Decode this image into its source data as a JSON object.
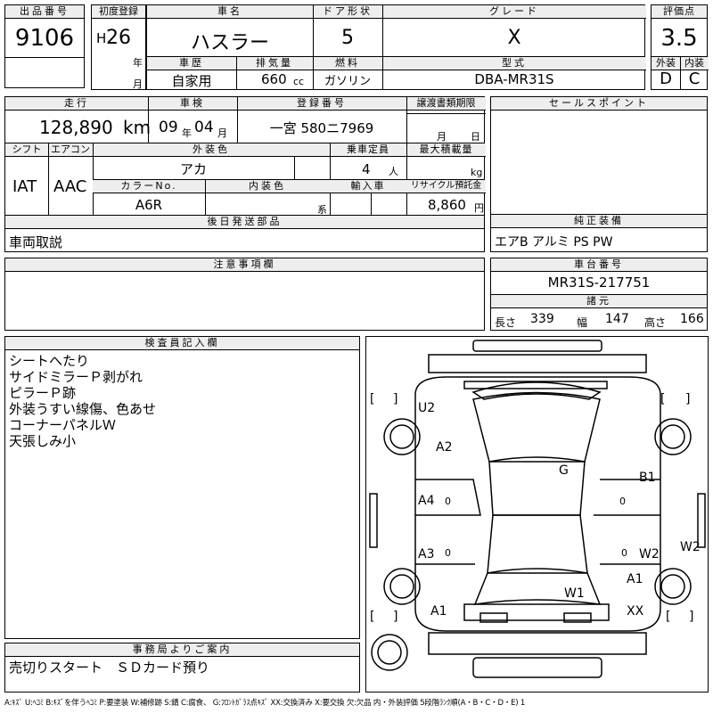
{
  "lot": {
    "label": "出品番号",
    "value": "9106"
  },
  "first_reg": {
    "label": "初度登録",
    "era": "H",
    "year": "26",
    "year_unit": "年",
    "month_unit": "月"
  },
  "car_name": {
    "label": "車名",
    "value": "ハスラー"
  },
  "door": {
    "label": "ドア形状",
    "value": "5"
  },
  "grade": {
    "label": "グレード",
    "value": "X"
  },
  "score": {
    "label": "評価点",
    "value": "3.5"
  },
  "history": {
    "label": "車歴",
    "value": "自家用"
  },
  "displacement": {
    "label": "排気量",
    "value": "660",
    "unit": "cc"
  },
  "fuel": {
    "label": "燃料",
    "value": "ガソリン"
  },
  "model_code": {
    "label": "型式",
    "value": "DBA-MR31S"
  },
  "exterior_grade": {
    "label": "外装",
    "value": "D"
  },
  "interior_grade": {
    "label": "内装",
    "value": "C"
  },
  "mileage": {
    "label": "走行",
    "value": "128,890",
    "unit": "km"
  },
  "inspection": {
    "label": "車検",
    "year": "09",
    "year_unit": "年",
    "month": "04",
    "month_unit": "月"
  },
  "plate": {
    "label": "登録番号",
    "value": "一宮 580ニ7969"
  },
  "transfer_deadline": {
    "label": "譲渡書類期限",
    "month_unit": "月",
    "day_unit": "日"
  },
  "sales_point": {
    "label": "セールスポイント"
  },
  "shift": {
    "label": "シフト",
    "value": "IAT"
  },
  "aircon": {
    "label": "エアコン",
    "value": "AAC"
  },
  "ext_color": {
    "label": "外装色",
    "value": "アカ"
  },
  "capacity": {
    "label": "乗車定員",
    "value": "4",
    "unit": "人"
  },
  "max_load": {
    "label": "最大積載量",
    "unit": "kg"
  },
  "color_no": {
    "label": "カラーNo.",
    "value": "A6R"
  },
  "int_color": {
    "label": "内装色",
    "unit": "系"
  },
  "import": {
    "label": "輸入車"
  },
  "recycle": {
    "label": "リサイクル預託金",
    "value": "8,860",
    "unit": "円"
  },
  "later_parts": {
    "label": "後日発送部品",
    "value": "車両取説"
  },
  "genuine_equipment": {
    "label": "純正装備",
    "value": "エアB アルミ PS PW"
  },
  "notes": {
    "label": "注意事項欄"
  },
  "chassis": {
    "label": "車台番号",
    "value": "MR31S-217751"
  },
  "specs": {
    "label": "諸元",
    "length_label": "長さ",
    "length": "339",
    "width_label": "幅",
    "width": "147",
    "height_label": "高さ",
    "height": "166"
  },
  "inspector": {
    "label": "検査員記入欄",
    "lines": [
      "シートへたり",
      "サイドミラーＰ剥がれ",
      "ピラーＰ跡",
      "外装うすい線傷、色あせ",
      "コーナーパネルＷ",
      "天張しみ小"
    ]
  },
  "office": {
    "label": "事務局よりご案内",
    "value": "売切りスタート　ＳＤカード預り"
  },
  "legend": "A:ｷｽﾞ U:ﾍｺﾐ B:ｷｽﾞを伴うﾍｺﾐ P:要塗装 W:補修跡 S:錆 C:腐食、 G:ﾌﾛﾝﾄｶﾞﾗｽ点ｷｽﾞ XX:交換済み X:要交換 欠:欠品 内・外装評価 5段階ﾗﾝｸ順(A・B・C・D・E) 1",
  "diagram": {
    "bracket_open": "[",
    "bracket_close": "]",
    "marks": {
      "u2": "U2",
      "a2": "A2",
      "g": "G",
      "b1": "B1",
      "a4": "A4",
      "a3": "A3",
      "w2_side": "W2",
      "w2_rear": "W2",
      "w1": "W1",
      "a1_right": "A1",
      "a1_left": "A1",
      "xx": "XX",
      "zero": "0"
    }
  }
}
